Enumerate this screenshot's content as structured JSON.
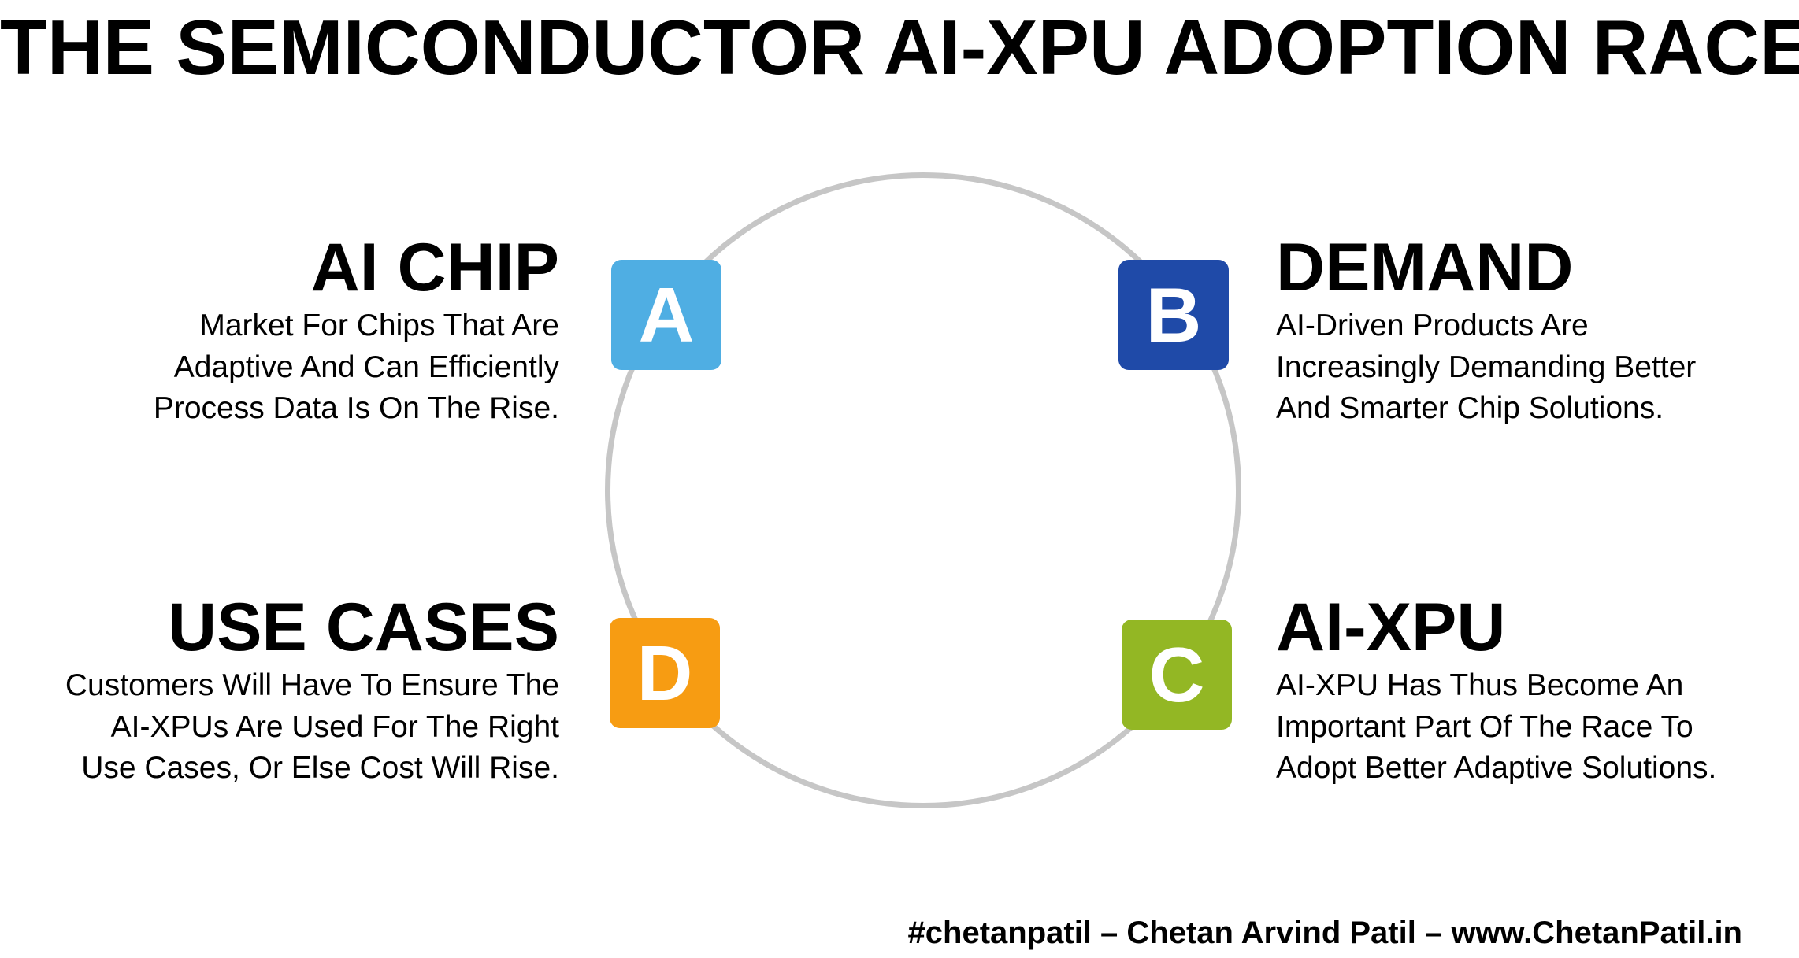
{
  "title": "THE SEMICONDUCTOR AI-XPU ADOPTION RACE",
  "colors": {
    "a": "#4faee3",
    "b": "#1f4aa8",
    "c": "#93b724",
    "d": "#f79c12",
    "ring": "#c6c6c6"
  },
  "items": {
    "a": {
      "letter": "A",
      "heading": "AI CHIP",
      "lines": [
        "Market For Chips That Are",
        "Adaptive And Can Efficiently",
        "Process Data Is On The Rise."
      ]
    },
    "b": {
      "letter": "B",
      "heading": "DEMAND",
      "lines": [
        "AI-Driven Products Are",
        "Increasingly Demanding Better",
        "And Smarter Chip Solutions."
      ]
    },
    "c": {
      "letter": "C",
      "heading": "AI-XPU",
      "lines": [
        "AI-XPU Has Thus Become An",
        "Important Part Of The Race To",
        "Adopt Better Adaptive Solutions."
      ]
    },
    "d": {
      "letter": "D",
      "heading": "USE CASES",
      "lines": [
        "Customers Will Have To Ensure The",
        "AI-XPUs Are Used For The Right",
        "Use Cases, Or Else Cost Will Rise."
      ]
    }
  },
  "footer": "#chetanpatil – Chetan Arvind Patil – www.ChetanPatil.in"
}
